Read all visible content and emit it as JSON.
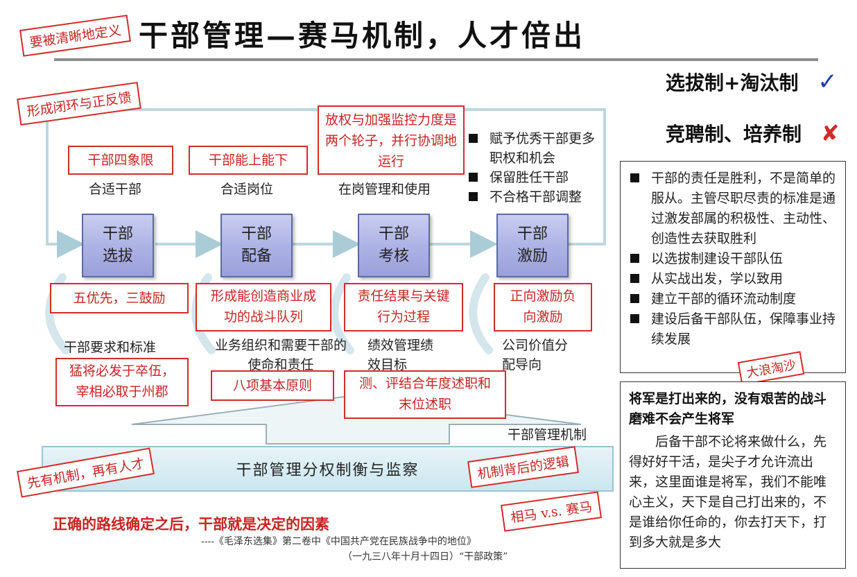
{
  "title": "干部管理—赛马机制，人才倍出",
  "stamps": {
    "define": "要被清晰地定义",
    "loop": "形成闭环与正反馈",
    "mechanism_first": "先有机制，再有人才",
    "logic": "机制背后的逻辑",
    "horse": "相马 v.s. 赛马",
    "sand": "大浪淘沙"
  },
  "legend": {
    "approved": "选拔制+淘汰制",
    "approved_mark": "✓",
    "rejected": "竞聘制、培养制",
    "rejected_mark": "✘"
  },
  "stages": [
    {
      "line1": "干部",
      "line2": "选拔",
      "top_box": "干部四象限",
      "top_caption": "合适干部",
      "bottom_box": "五优先，三鼓励",
      "bottom_caption": "干部要求和标准"
    },
    {
      "line1": "干部",
      "line2": "配备",
      "top_box": "干部能上能下",
      "top_caption": "合适岗位",
      "bottom_box": "形成能创造商业成功的战斗队列",
      "bottom_caption": "业务组织和需要干部的使命和责任"
    },
    {
      "line1": "干部",
      "line2": "考核",
      "top_box": "放权与加强监控力度是两个轮子，并行协调地运行",
      "top_caption": "在岗管理和使用",
      "bottom_box": "责任结果与关键行为过程",
      "bottom_caption": "绩效管理绩效目标"
    },
    {
      "line1": "干部",
      "line2": "激励",
      "top_box": "",
      "top_caption": "",
      "bottom_box": "正向激励负向激励",
      "bottom_caption": "公司价值分配导向"
    }
  ],
  "incentive_bullets": [
    "赋予优秀干部更多职权和机会",
    "保留胜任干部",
    "不合格干部调整"
  ],
  "extra_boxes": {
    "general_rise": "猛将必发于卒伍，宰相必取于州郡",
    "eight_principles": "八项基本原则",
    "review": "测、评结合年度述职和末位述职"
  },
  "mechanism_label": "干部管理机制",
  "bottom_bar": "干部管理分权制衡与监察",
  "quote": {
    "main": "正确的路线确定之后，干部就是决定的因素",
    "source": "----《毛泽东选集》第二卷中《中国共产党在民族战争中的地位》",
    "date": "（一九三八年十月十四日）“干部政策”"
  },
  "right_panel_items": [
    "干部的责任是胜利，不是简单的服从。主管尽职尽责的标准是通过激发部属的积极性、主动性、创造性去获取胜利",
    "以选拔制建设干部队伍",
    "从实战出发，学以致用",
    "建立干部的循环流动制度",
    "建设后备干部队伍，保障事业持续发展"
  ],
  "generals_panel": {
    "heading": "将军是打出来的，没有艰苦的战斗磨难不会产生将军",
    "body": "后备干部不论将来做什么，先得好好干活，是尖子才允许流出来，这里面谁是将军，我们不能唯心主义，天下是自己打出来的，不是谁给你任命的，你去打天下，打到多大就是多大"
  },
  "colors": {
    "red": "#c92323",
    "check": "#1a3fb5",
    "stage_fill": "#aeb3e6",
    "loop": "#bcd7de"
  }
}
